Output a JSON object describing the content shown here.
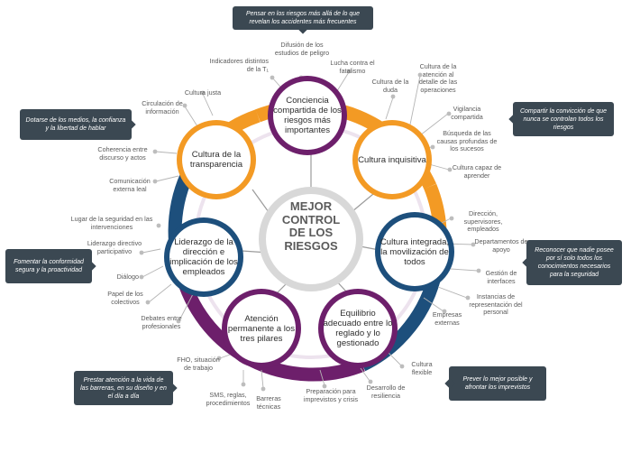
{
  "center": {
    "line1": "MEJOR",
    "line2": "CONTROL",
    "line3": "DE LOS",
    "line4": "RIESGOS"
  },
  "nodes": {
    "conciencia": "Conciencia compartida de los riesgos más importantes",
    "inquisitiva": "Cultura inquisitiva",
    "integrada": "Cultura integrada, la movilización de todos",
    "equilibrio": "Equilibrio adecuado entre lo reglado y lo gestionado",
    "atencion": "Atención permanente a los tres pilares",
    "liderazgo": "Liderazgo de la dirección e implicación de los empleados",
    "transparencia": "Cultura de la transparencia"
  },
  "callouts": {
    "top": "Pensar en los riesgos más allá de lo que revelan los accidentes más frecuentes",
    "topleft": "Dotarse de los medios, la confianza y la libertad de hablar",
    "topright": "Compartir la convicción de que nunca se controlan todos los riesgos",
    "left": "Fomentar la conformidad segura y la proactividad",
    "right": "Reconocer que nadie posee por sí solo todos los conocimientos necesarios para la seguridad",
    "bottomleft": "Prestar atención a la vida de las barreras, en su diseño y en el día a día",
    "bottomright": "Prever lo mejor posible y afrontar los imprevistos"
  },
  "labels": {
    "difusion": "Difusión de los estudios de peligro",
    "indicadores": "Indicadores distintos de la T₁",
    "lucha": "Lucha contra el fatalismo",
    "duda": "Cultura de la duda",
    "atencion_detalle": "Cultura de la atención al detalle de las operaciones",
    "vigilancia": "Vigilancia compartida",
    "busqueda": "Búsqueda de las causas profundas de los sucesos",
    "capaz": "Cultura capaz de aprender",
    "justa": "Cultura justa",
    "circulacion": "Circulación de información",
    "coherencia": "Coherencia entre discurso y actos",
    "comunicacion": "Comunicación externa leal",
    "direccion_sup": "Dirección, supervisores, empleados",
    "departamentos": "Departamentos de apoyo",
    "interfaces": "Gestión de interfaces",
    "instancias": "Instancias de representación del personal",
    "empresas": "Empresas externas",
    "lugar": "Lugar de la seguridad en las intervenciones",
    "liderazgo_part": "Liderazgo directivo participativo",
    "dialogo": "Diálogo",
    "papel": "Papel de los colectivos",
    "debates": "Debates entre profesionales",
    "fho": "FHO, situación de trabajo",
    "sms": "SMS, reglas, procedimientos",
    "barreras": "Barreras técnicas",
    "preparacion": "Preparación para imprevistos y crisis",
    "desarrollo": "Desarrollo de resiliencia",
    "flexible": "Cultura flexible"
  }
}
